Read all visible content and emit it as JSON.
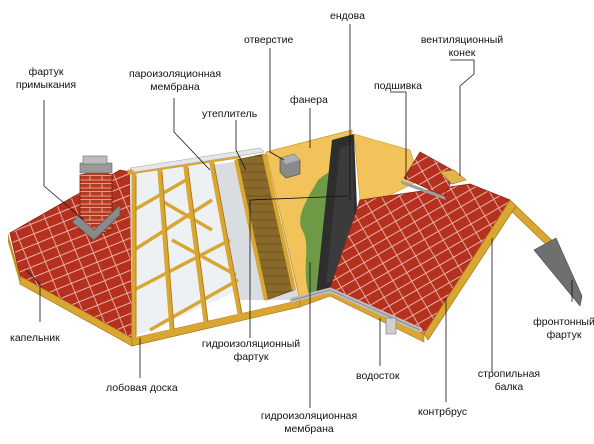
{
  "labels": {
    "endova": "ендова",
    "otverstie": "отверстие",
    "ventkonek_1": "вентиляционный",
    "ventkonek_2": "конек",
    "fartuk_prim_1": "фартук",
    "fartuk_prim_2": "примыкания",
    "paroizol_1": "пароизоляционная",
    "paroizol_2": "мембрана",
    "fanera": "фанера",
    "podshivka": "подшивка",
    "uteplitel": "утеплитель",
    "kapelnik": "капельник",
    "gidro_fartuk_1": "гидроизоляционный",
    "gidro_fartuk_2": "фартук",
    "frontonny_1": "фронтонный",
    "frontonny_2": "фартук",
    "vodostok": "водосток",
    "stropilnaya_1": "стропильная",
    "stropilnaya_2": "балка",
    "lobovaya": "лобовая доска",
    "kontrbrus": "контрбрус",
    "gidro_membrana_1": "гидроизоляционная",
    "gidro_membrana_2": "мембрана"
  },
  "colors": {
    "tile": "#b5301e",
    "tile_line": "#e8b4a8",
    "wood": "#d9a632",
    "wood_dark": "#a87618",
    "plywood": "#f2c35a",
    "membrane_green": "#6e9a46",
    "valley": "#2e2e2e",
    "insulation": "#8a6a2a",
    "leader": "#111111"
  }
}
